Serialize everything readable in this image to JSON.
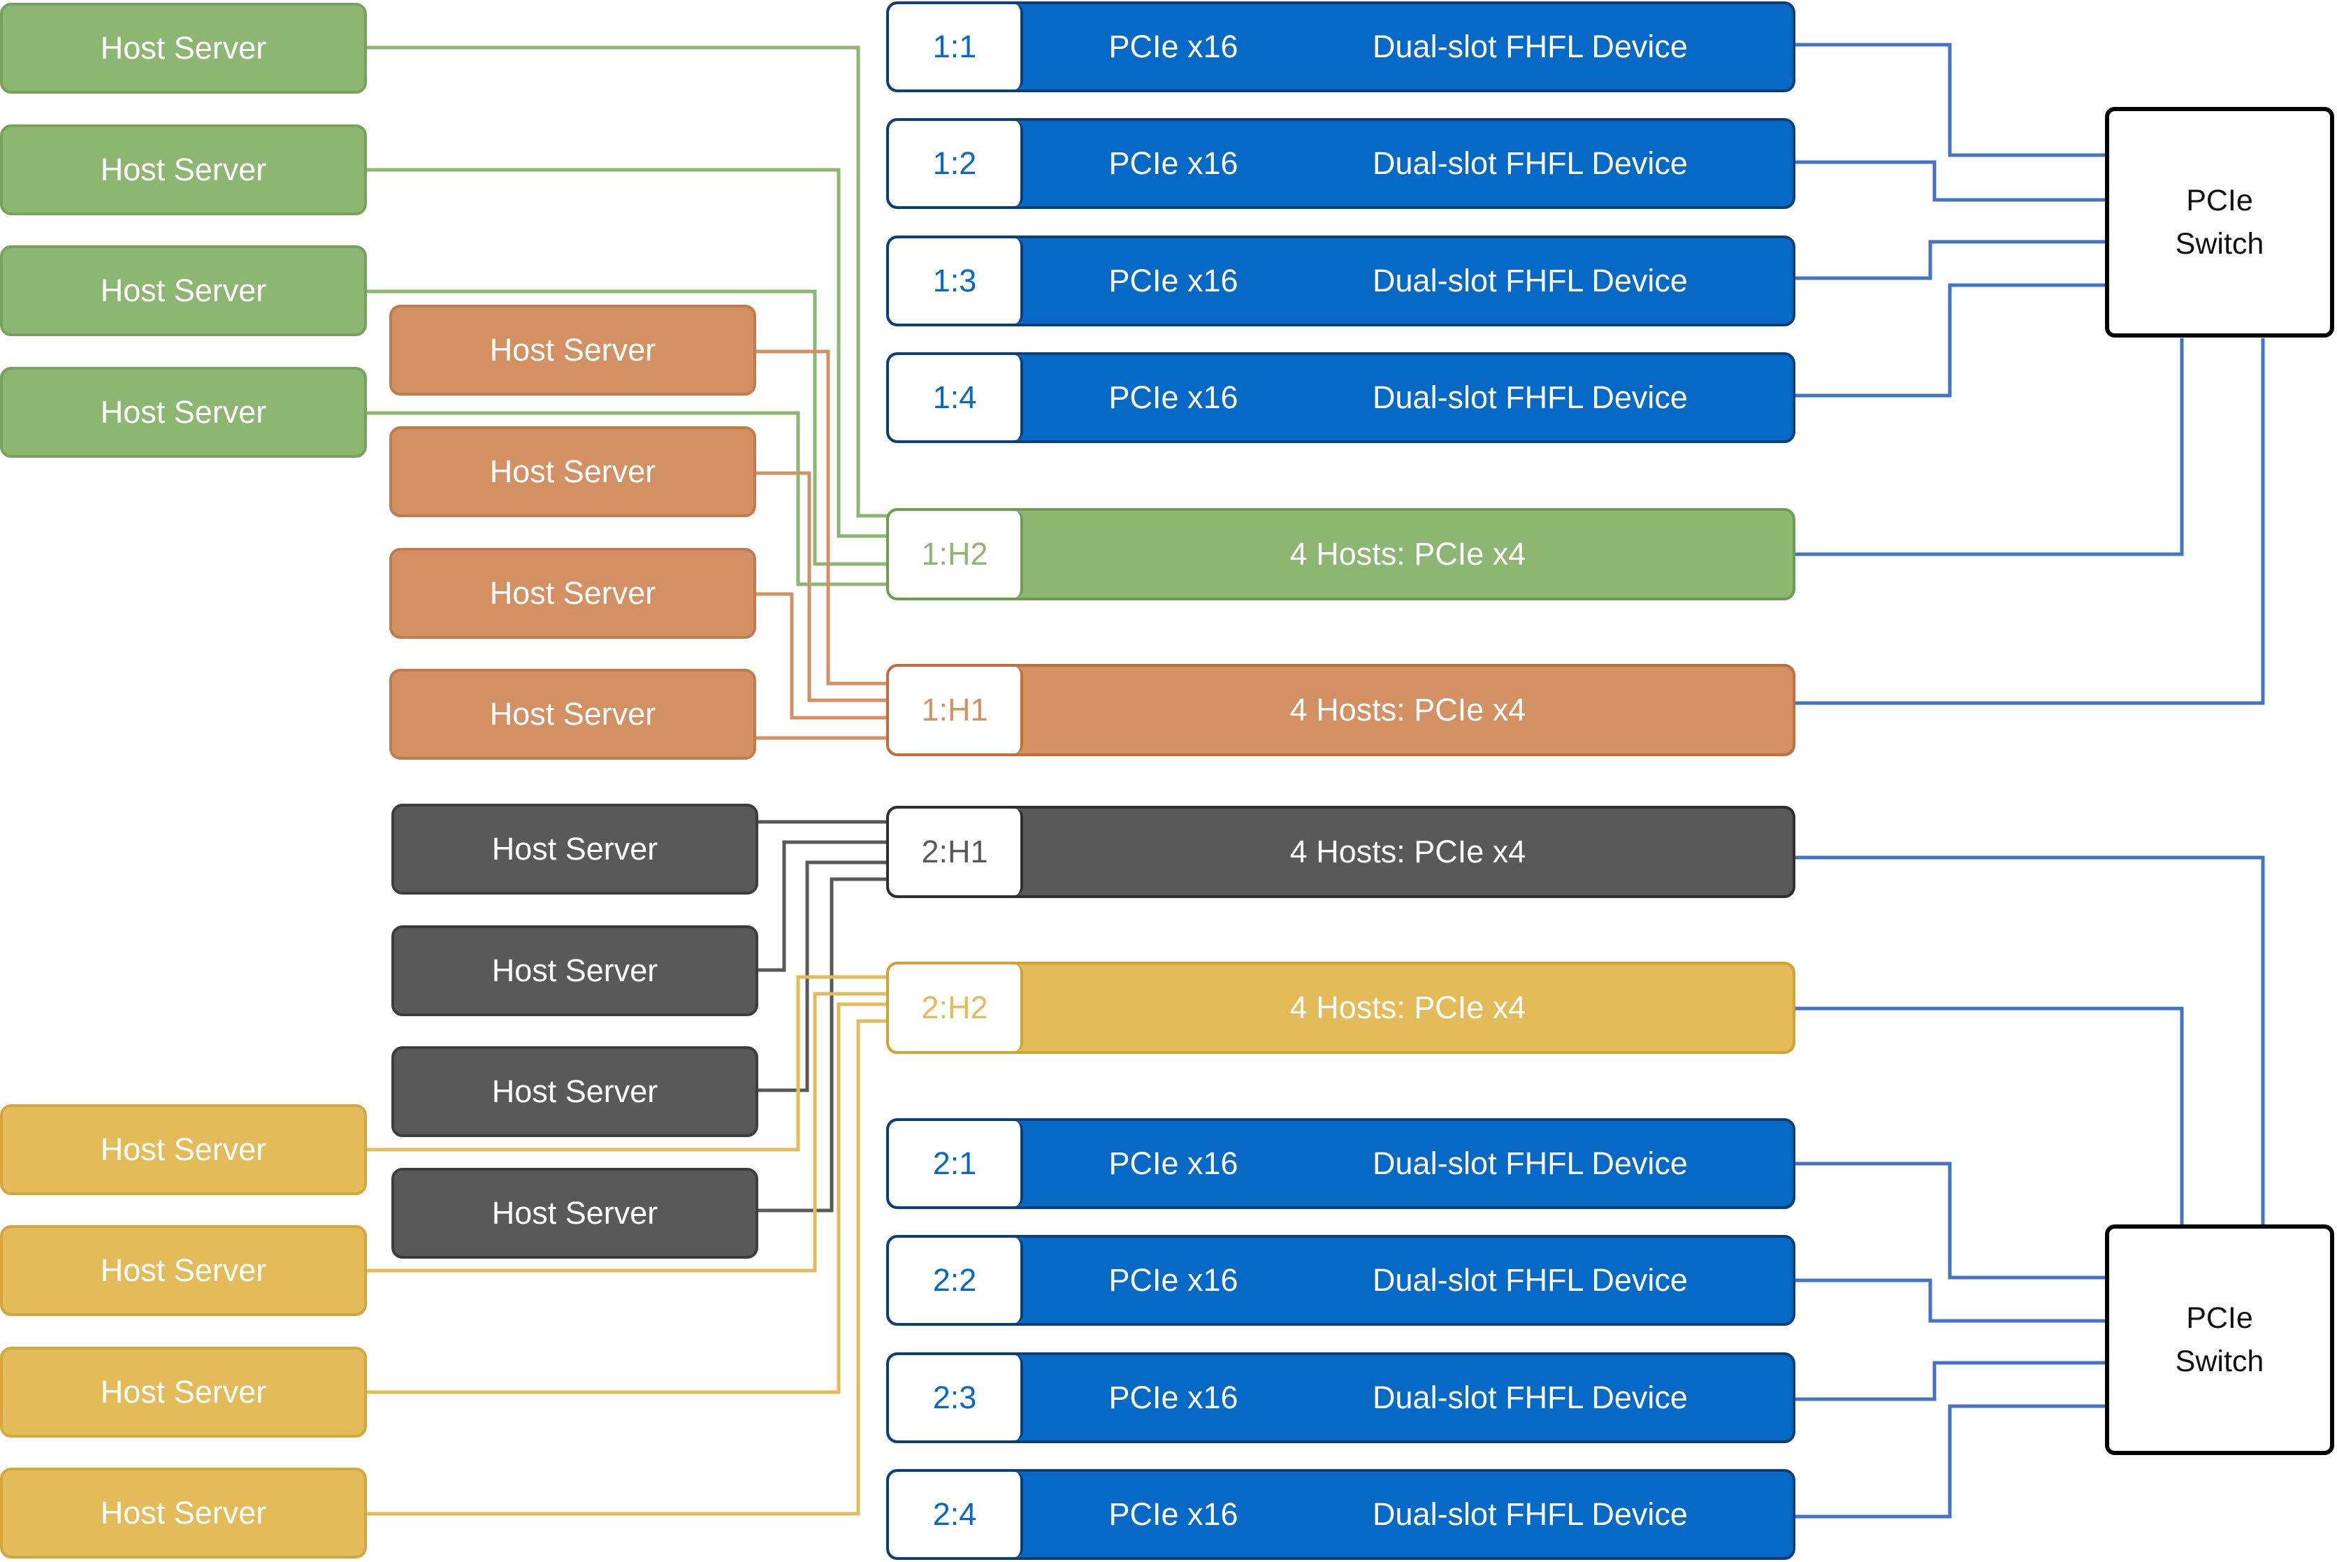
{
  "colors": {
    "green": "#8db672",
    "orange": "#d39163",
    "gray": "#595959",
    "yellow": "#e3bb58",
    "blue": "#0669c6",
    "switch_link": "#4472c4"
  },
  "hosts": {
    "g1": "Host Server",
    "g2": "Host Server",
    "g3": "Host Server",
    "g4": "Host Server",
    "o1": "Host Server",
    "o2": "Host Server",
    "o3": "Host Server",
    "o4": "Host Server",
    "k1": "Host Server",
    "k2": "Host Server",
    "k3": "Host Server",
    "k4": "Host Server",
    "y1": "Host Server",
    "y2": "Host Server",
    "y3": "Host Server",
    "y4": "Host Server"
  },
  "devices": {
    "d11": {
      "port": "1:1",
      "lanes": "PCIe x16",
      "desc": "Dual-slot FHFL Device"
    },
    "d12": {
      "port": "1:2",
      "lanes": "PCIe x16",
      "desc": "Dual-slot FHFL Device"
    },
    "d13": {
      "port": "1:3",
      "lanes": "PCIe x16",
      "desc": "Dual-slot FHFL Device"
    },
    "d14": {
      "port": "1:4",
      "lanes": "PCIe x16",
      "desc": "Dual-slot FHFL Device"
    },
    "d21": {
      "port": "2:1",
      "lanes": "PCIe x16",
      "desc": "Dual-slot FHFL Device"
    },
    "d22": {
      "port": "2:2",
      "lanes": "PCIe x16",
      "desc": "Dual-slot FHFL Device"
    },
    "d23": {
      "port": "2:3",
      "lanes": "PCIe x16",
      "desc": "Dual-slot FHFL Device"
    },
    "d24": {
      "port": "2:4",
      "lanes": "PCIe x16",
      "desc": "Dual-slot FHFL Device"
    }
  },
  "host_ports": {
    "h1h2": {
      "port": "1:H2",
      "label": "4 Hosts: PCIe x4"
    },
    "h1h1": {
      "port": "1:H1",
      "label": "4 Hosts: PCIe x4"
    },
    "h2h1": {
      "port": "2:H1",
      "label": "4 Hosts: PCIe x4"
    },
    "h2h2": {
      "port": "2:H2",
      "label": "4 Hosts: PCIe x4"
    }
  },
  "switches": {
    "s1": {
      "line1": "PCIe",
      "line2": "Switch"
    },
    "s2": {
      "line1": "PCIe",
      "line2": "Switch"
    }
  }
}
